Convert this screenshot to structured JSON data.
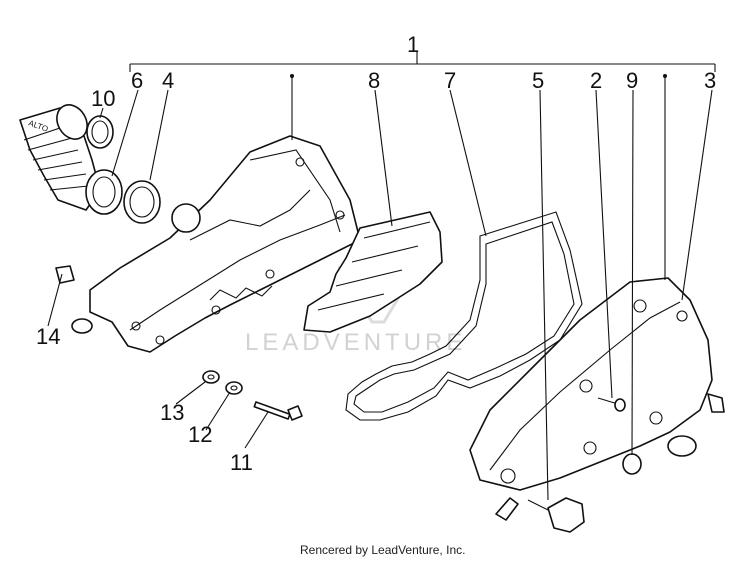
{
  "callouts": [
    {
      "id": "1",
      "label": "1"
    },
    {
      "id": "2",
      "label": "2"
    },
    {
      "id": "3",
      "label": "3"
    },
    {
      "id": "4",
      "label": "4"
    },
    {
      "id": "5",
      "label": "5"
    },
    {
      "id": "6",
      "label": "6"
    },
    {
      "id": "7",
      "label": "7"
    },
    {
      "id": "8",
      "label": "8"
    },
    {
      "id": "9",
      "label": "9"
    },
    {
      "id": "10",
      "label": "10"
    },
    {
      "id": "11",
      "label": "11"
    },
    {
      "id": "12",
      "label": "12"
    },
    {
      "id": "13",
      "label": "13"
    },
    {
      "id": "14",
      "label": "14"
    }
  ],
  "hose_marking": "ALTO",
  "watermark": "LEADVENTURE",
  "credit": "Rencered by LeadVenture, Inc."
}
